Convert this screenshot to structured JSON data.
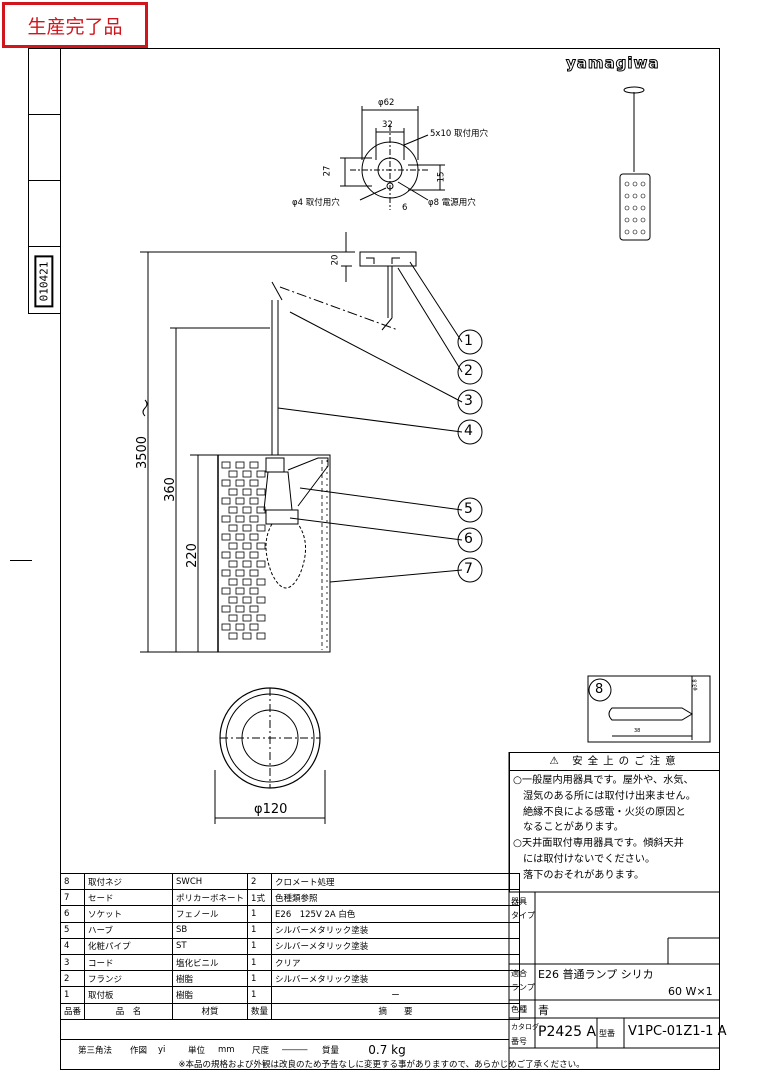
{
  "stamp": "生産完了品",
  "drawing_no": "010421",
  "logo": "yamagiwa",
  "dims": {
    "d62": "φ62",
    "d32": "32",
    "hole5x10": "5x10 取付用穴",
    "d27": "27",
    "d15": "15",
    "d4": "φ4 取付用穴",
    "d6": "6",
    "d8": "φ8 電源用穴",
    "d20": "20",
    "d3500": "3500",
    "d360": "360",
    "d220": "220",
    "d120": "φ120",
    "screw_len": "38",
    "screw_dia": "φ3.8"
  },
  "callouts": [
    "1",
    "2",
    "3",
    "4",
    "5",
    "6",
    "7",
    "8"
  ],
  "safety": {
    "title": "安全上のご注意",
    "line1": "○一般屋内用器具です。屋外や、水気、",
    "line2": "湿気のある所には取付け出来ません。",
    "line3": "絶縁不良による感電・火災の原因と",
    "line4": "なることがあります。",
    "line5": "○天井面取付専用器具です。傾斜天井",
    "line6": "には取付けないでください。",
    "line7": "落下のおそれがあります。"
  },
  "parts": [
    {
      "no": "8",
      "name": "取付ネジ",
      "material": "SWCH",
      "qty": "2",
      "note": "クロメート処理"
    },
    {
      "no": "7",
      "name": "セード",
      "material": "ポリカーボネート",
      "qty": "1式",
      "note": "色種類参照"
    },
    {
      "no": "6",
      "name": "ソケット",
      "material": "フェノール",
      "qty": "1",
      "note": "E26　125V 2A 白色"
    },
    {
      "no": "5",
      "name": "ハーブ",
      "material": "SB",
      "qty": "1",
      "note": "シルバーメタリック塗装"
    },
    {
      "no": "4",
      "name": "化粧パイプ",
      "material": "ST",
      "qty": "1",
      "note": "シルバーメタリック塗装"
    },
    {
      "no": "3",
      "name": "コード",
      "material": "塩化ビニル",
      "qty": "1",
      "note": "クリア"
    },
    {
      "no": "2",
      "name": "フランジ",
      "material": "樹脂",
      "qty": "1",
      "note": "シルバーメタリック塗装"
    },
    {
      "no": "1",
      "name": "取付板",
      "material": "樹脂",
      "qty": "1",
      "note": "ー"
    }
  ],
  "header_row": {
    "no": "品番",
    "name": "品　名",
    "material": "材質",
    "qty": "数量",
    "note": "摘　　要"
  },
  "bottom_row": {
    "projection": "第三角法",
    "drawn_label": "作図",
    "drawn": "yi",
    "unit_label": "単位",
    "unit": "mm",
    "scale_label": "尺度",
    "scale": "―――",
    "mass_label": "質量",
    "mass": "0.7 kg"
  },
  "right_info": {
    "type_label1": "器具",
    "type_label2": "タイプ",
    "lamp_label1": "適合",
    "lamp_label2": "ランプ",
    "lamp": "E26 普通ランプ シリカ",
    "watt": "60 W×1",
    "color_label": "色種",
    "color": "青",
    "catalog_label1": "カタログ",
    "catalog_label2": "番号",
    "catalog": "P2425 A",
    "model_label": "型番",
    "model": "V1PC-01Z1-1 A"
  },
  "footer": "※本品の規格および外観は改良のため予告なしに変更する事がありますので、あらかじめご了承ください。"
}
